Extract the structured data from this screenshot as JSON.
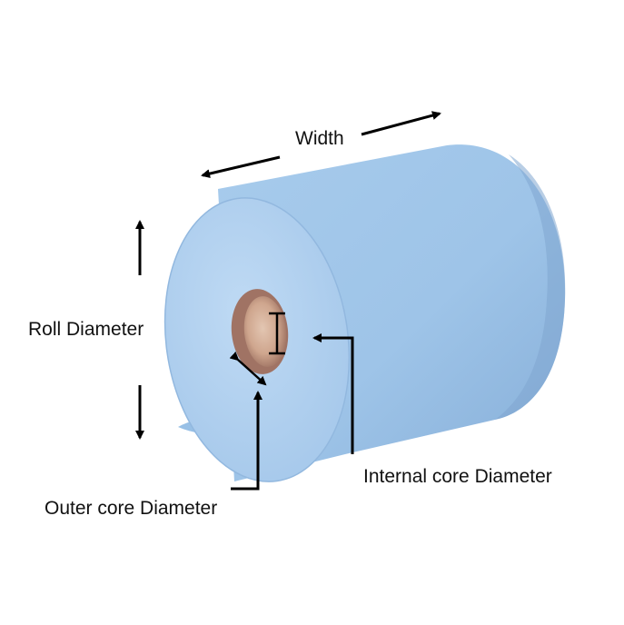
{
  "labels": {
    "width": "Width",
    "roll_diameter": "Roll Diameter",
    "internal_core_diameter": "Internal core Diameter",
    "outer_core_diameter": "Outer core Diameter"
  },
  "colors": {
    "roll_body": "#9ec4e8",
    "roll_face": "#b5d3f1",
    "roll_shadow": "#84acd6",
    "core_outer": "#a97f6f",
    "core_inner": "#d9b8a3",
    "arrow": "#000000",
    "background": "#ffffff"
  }
}
